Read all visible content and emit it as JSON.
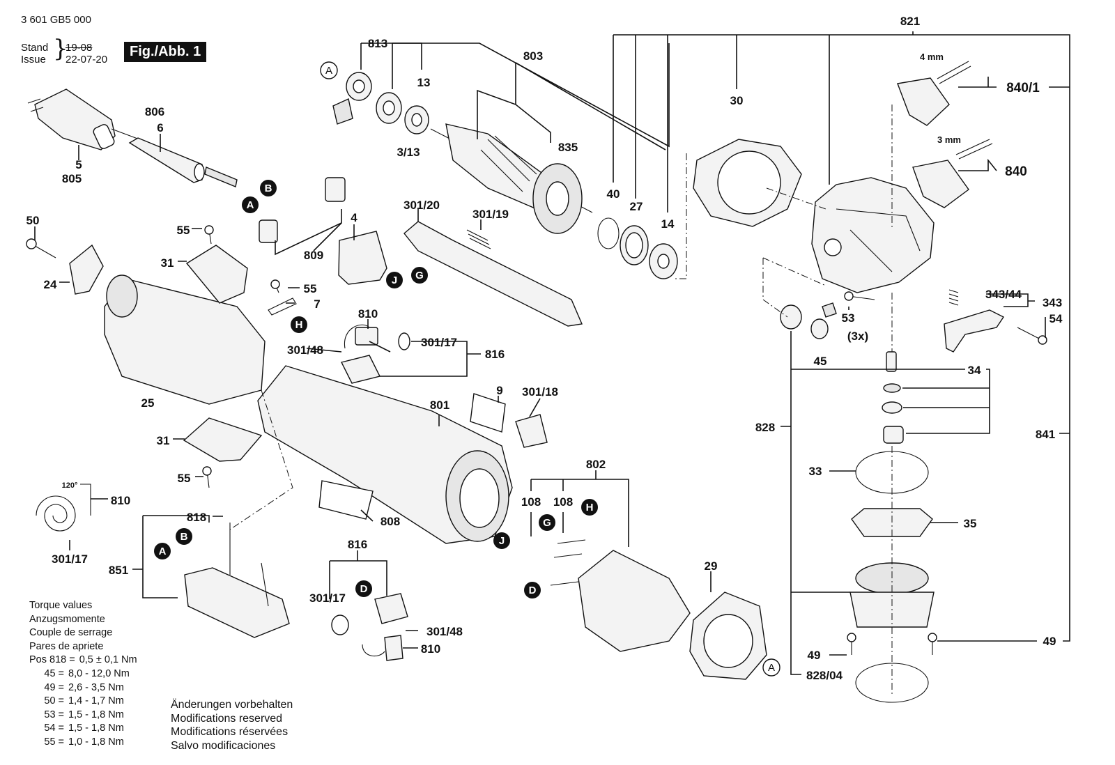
{
  "header": {
    "doc_number": "3 601 GB5 000",
    "stand_label": "Stand",
    "issue_label": "Issue",
    "old_date": "19-08",
    "new_date": "22-07-20",
    "figure": "Fig./Abb. 1"
  },
  "torque": {
    "headings": [
      "Torque values",
      "Anzugsmomente",
      "Couple de serrage",
      "Pares de apriete"
    ],
    "rows": [
      {
        "pos": "Pos 818 =",
        "value": "0,5 ± 0,1 Nm"
      },
      {
        "pos": "45 =",
        "value": "8,0 - 12,0 Nm"
      },
      {
        "pos": "49 =",
        "value": "2,6 - 3,5 Nm"
      },
      {
        "pos": "50 =",
        "value": "1,4 - 1,7 Nm"
      },
      {
        "pos": "53 =",
        "value": "1,5 - 1,8 Nm"
      },
      {
        "pos": "54 =",
        "value": "1,5 - 1,8 Nm"
      },
      {
        "pos": "55 =",
        "value": "1,0 - 1,8 Nm"
      }
    ]
  },
  "modifications": [
    "Änderungen vorbehalten",
    "Modifications reserved",
    "Modifications réservées",
    "Salvo modificaciones"
  ],
  "callouts": {
    "A": "A",
    "B": "B",
    "D": "D",
    "G": "G",
    "H": "H",
    "J": "J"
  },
  "angle_label": "120°",
  "parts": {
    "p813": "813",
    "p13": "13",
    "p313": "3/13",
    "p803": "803",
    "p835": "835",
    "p821": "821",
    "p30": "30",
    "p40": "40",
    "p27": "27",
    "p14": "14",
    "p840_1": "840/1",
    "p840": "840",
    "mm4": "4 mm",
    "mm3": "3 mm",
    "p806": "806",
    "p6": "6",
    "p5": "5",
    "p805": "805",
    "p50": "50",
    "p24": "24",
    "p55a": "55",
    "p31a": "31",
    "p25": "25",
    "p4": "4",
    "p809": "809",
    "p55b": "55",
    "p7": "7",
    "p301_20": "301/20",
    "p301_19": "301/19",
    "p810a": "810",
    "p301_48a": "301/48",
    "p301_17a": "301/17",
    "p816a": "816",
    "p801": "801",
    "p9": "9",
    "p301_18": "301/18",
    "p31b": "31",
    "p55c": "55",
    "p810b": "810",
    "p301_17b": "301/17",
    "p818": "818",
    "p851": "851",
    "p808": "808",
    "p816b": "816",
    "p301_17c": "301/17",
    "p301_48b": "301/48",
    "p810c": "810",
    "p802": "802",
    "p108a": "108",
    "p108b": "108",
    "p29": "29",
    "p343_44": "343/44",
    "p343": "343",
    "p54": "54",
    "p53": "53",
    "p3x": "(3x)",
    "p45": "45",
    "p34": "34",
    "p828": "828",
    "p841": "841",
    "p33": "33",
    "p35": "35",
    "p49a": "49",
    "p49b": "49",
    "p828_04": "828/04"
  }
}
